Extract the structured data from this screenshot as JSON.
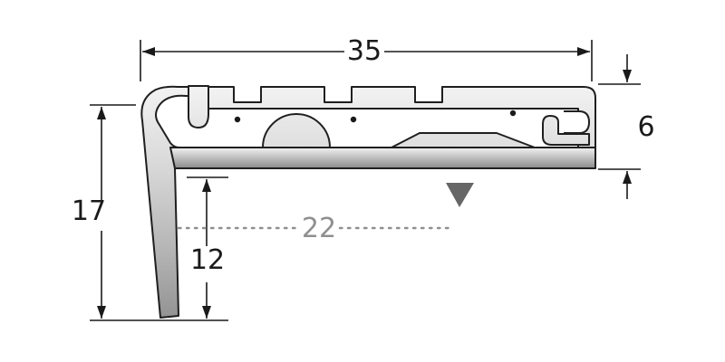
{
  "diagram": {
    "type": "technical-drawing",
    "subject": "stair-nosing-profile-cross-section",
    "dimensions": {
      "top_width": "35",
      "right_thickness": "6",
      "left_height": "17",
      "middle_depth": "22",
      "inner_height": "12"
    },
    "colors": {
      "line": "#1a1a1a",
      "metal_light": "#f4f4f4",
      "metal_dark": "#8f8f8f",
      "muted_gray": "#8f8f8f",
      "marker_triangle": "#666666",
      "background": "#ffffff"
    }
  }
}
